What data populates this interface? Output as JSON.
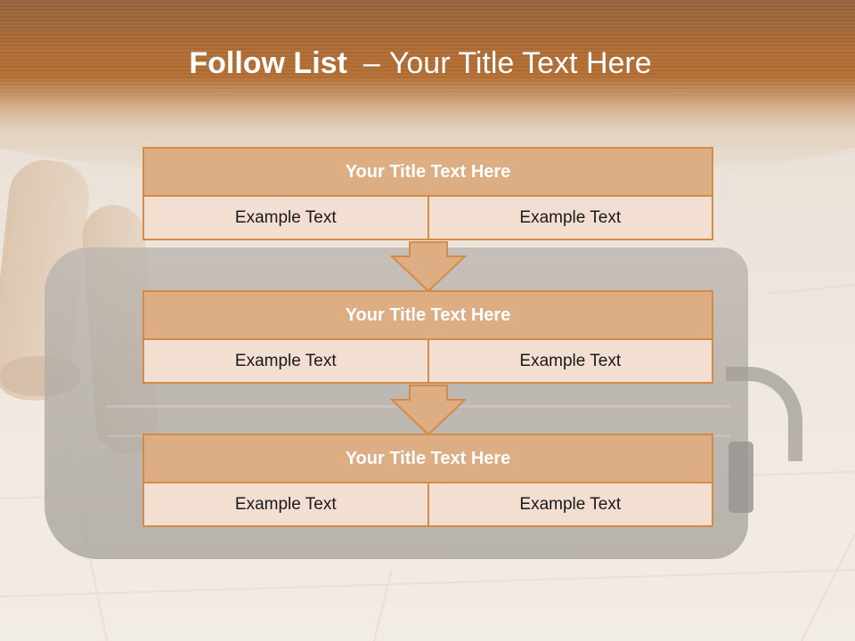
{
  "header": {
    "title_bold": "Follow List",
    "title_separator": "–",
    "title_rest": "Your Title Text Here"
  },
  "blocks": [
    {
      "title": "Your Title Text Here",
      "cells": [
        "Example Text",
        "Example Text"
      ]
    },
    {
      "title": "Your Title Text Here",
      "cells": [
        "Example Text",
        "Example Text"
      ]
    },
    {
      "title": "Your Title Text Here",
      "cells": [
        "Example Text",
        "Example Text"
      ]
    }
  ],
  "colors": {
    "title_band": "#b46f34",
    "block_header_fill": "#ddad83",
    "block_border": "#d58b45",
    "cell_fill": "#f2dfd2",
    "arrow_fill": "#ddad83",
    "title_text": "#ffffff",
    "cell_text": "#1a1a1a"
  },
  "background": {
    "icons": [
      "dog-photo",
      "suitcase-photo"
    ]
  }
}
